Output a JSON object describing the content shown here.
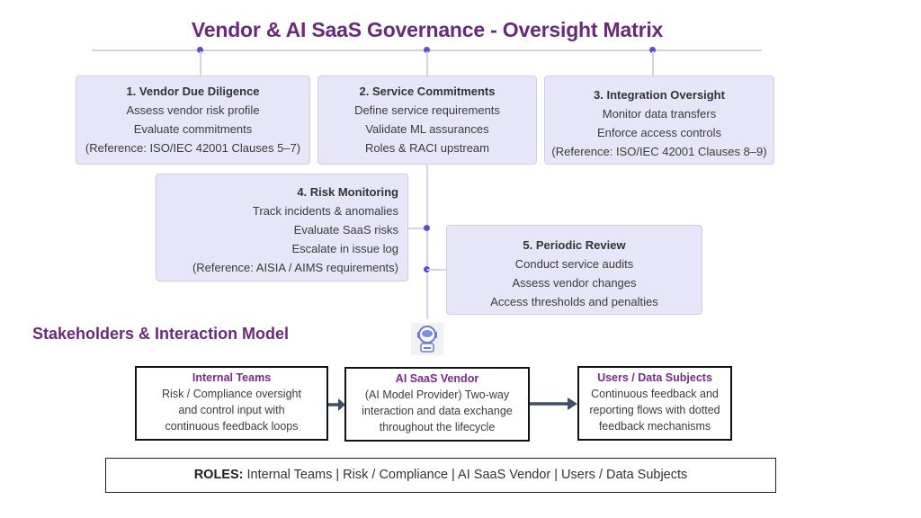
{
  "title": "Vendor & AI SaaS Governance - Oversight Matrix",
  "colors": {
    "title": "#6a2a7a",
    "card_bg": "#e7e6f8",
    "connector": "#d4d2e4",
    "dot": "#5b4fd0",
    "arrow": "#3e4f66",
    "stakeholder_title": "#7a2a8a"
  },
  "matrix": {
    "cards": [
      {
        "title": "1. Vendor Due Diligence",
        "lines": [
          "Assess vendor risk profile",
          "Evaluate commitments",
          "(Reference: ISO/IEC 42001 Clauses 5–7)"
        ]
      },
      {
        "title": "2. Service Commitments",
        "lines": [
          "Define service requirements",
          "Validate ML assurances",
          "Roles & RACI upstream"
        ]
      },
      {
        "title": "3. Integration Oversight",
        "lines": [
          "Monitor data transfers",
          "Enforce access controls",
          "(Reference: ISO/IEC 42001 Clauses 8–9)"
        ]
      },
      {
        "title": "4. Risk Monitoring",
        "lines": [
          "Track incidents & anomalies",
          "Evaluate SaaS risks",
          "Escalate in issue log",
          "(Reference: AISIA / AIMS requirements)"
        ]
      },
      {
        "title": "5. Periodic Review",
        "lines": [
          "Conduct service audits",
          "Assess vendor changes",
          "Access thresholds and penalties"
        ]
      }
    ],
    "hub_icon": "robot-assistant-icon"
  },
  "stakeholders": {
    "section_title": "Stakeholders & Interaction Model",
    "boxes": [
      {
        "title": "Internal Teams",
        "lines": [
          "Risk / Compliance oversight",
          "and control input with",
          "continuous feedback loops"
        ]
      },
      {
        "title": "AI SaaS Vendor",
        "lines": [
          "(AI Model Provider) Two-way",
          "interaction and data exchange",
          "throughout the lifecycle"
        ]
      },
      {
        "title": "Users / Data Subjects",
        "lines": [
          "Continuous feedback and",
          "reporting flows with dotted",
          "feedback mechanisms"
        ]
      }
    ]
  },
  "roles": {
    "label": "ROLES:",
    "text": " Internal Teams | Risk / Compliance | AI SaaS Vendor | Users / Data Subjects"
  }
}
